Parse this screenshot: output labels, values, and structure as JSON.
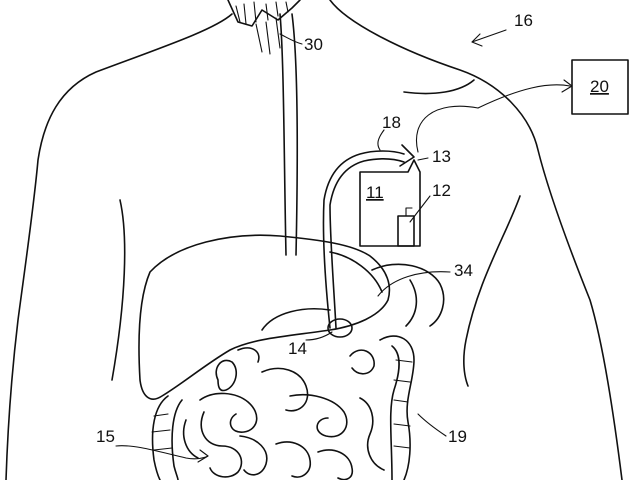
{
  "labels": {
    "system": "16",
    "tube": "30",
    "external_device": "20",
    "lead": "18",
    "lead_tip": "13",
    "housing": "11",
    "component": "12",
    "stomach": "34",
    "sensor": "14",
    "intestine": "15",
    "colon": "19"
  },
  "colors": {
    "line": "#111111",
    "background": "#ffffff"
  }
}
